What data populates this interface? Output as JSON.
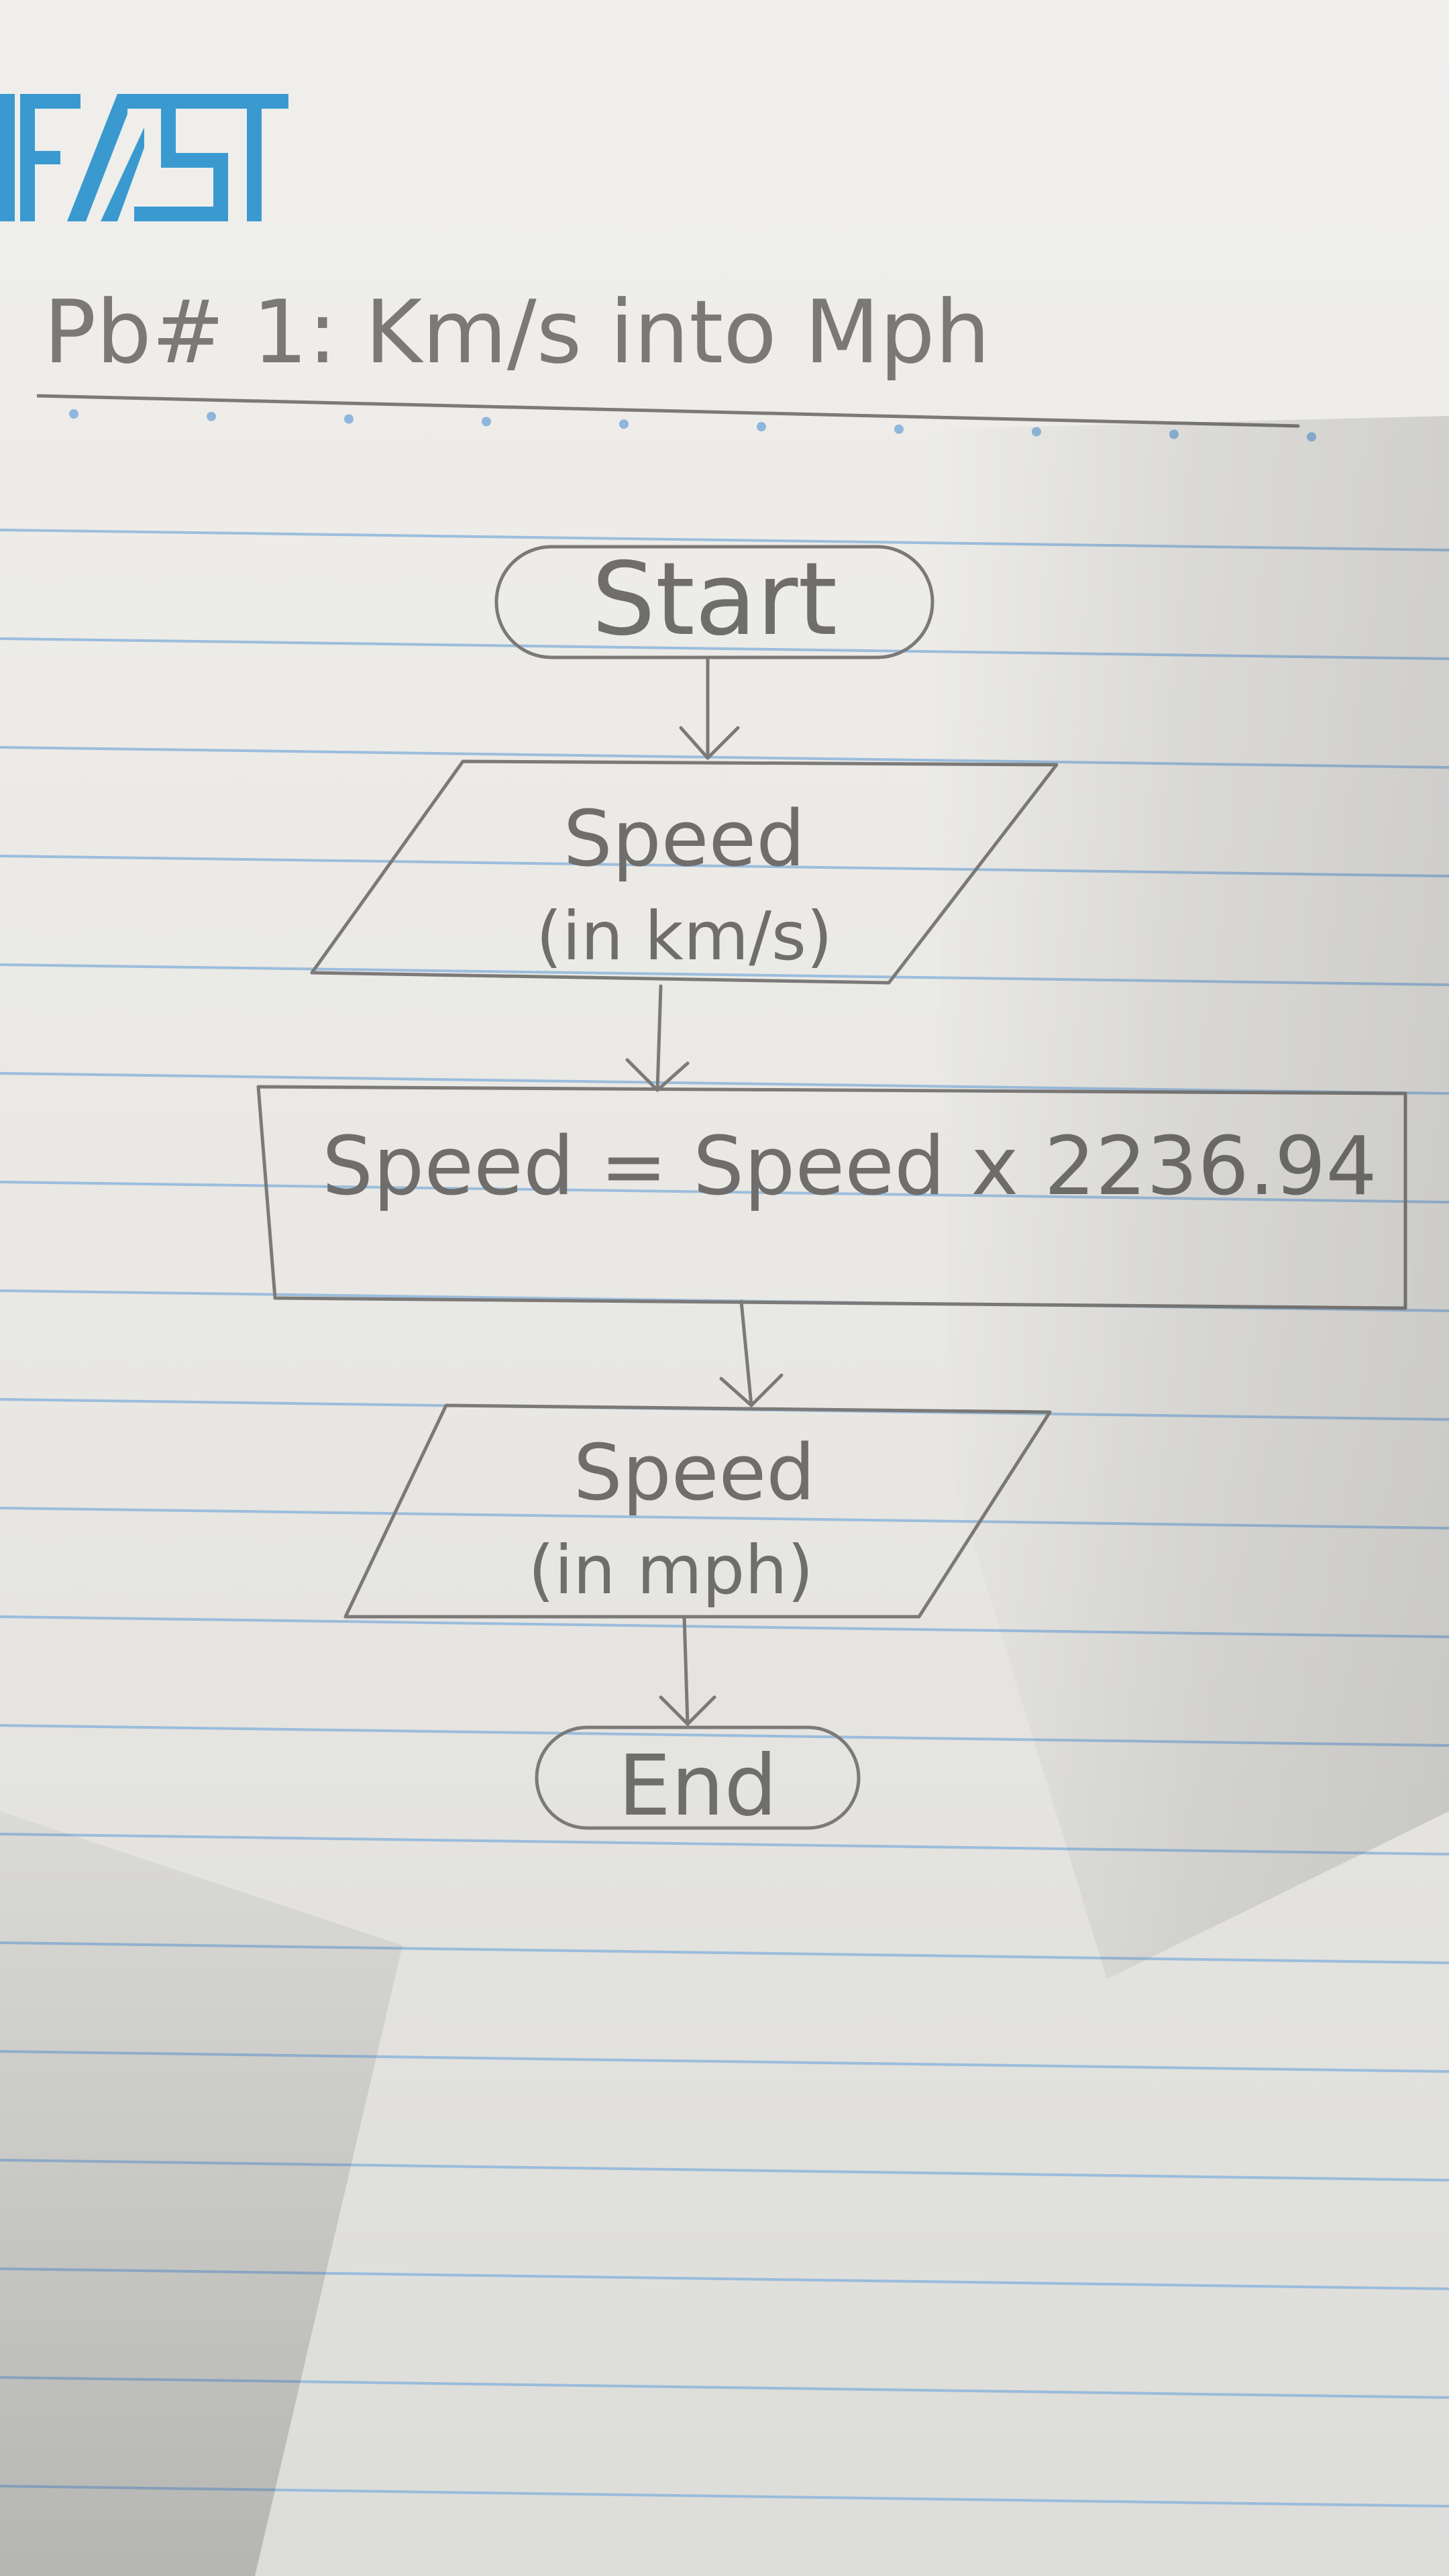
{
  "logo": {
    "text": "FAST",
    "color": "#3a9ad0"
  },
  "heading": {
    "text": "Pb# 1: Km/s into Mph"
  },
  "flowchart": {
    "start": {
      "label": "Start",
      "shape": "terminator"
    },
    "input": {
      "line1": "Speed",
      "line2": "(in km/s)",
      "shape": "input-output"
    },
    "process": {
      "label": "Speed = Speed x 2236.94",
      "shape": "process"
    },
    "output": {
      "line1": "Speed",
      "line2": "(in mph)",
      "shape": "input-output"
    },
    "end": {
      "label": "End",
      "shape": "terminator"
    }
  },
  "colors": {
    "rule_line": "#8fb6dc",
    "pencil": "#7b7a78",
    "paper": "#ecebe8"
  }
}
